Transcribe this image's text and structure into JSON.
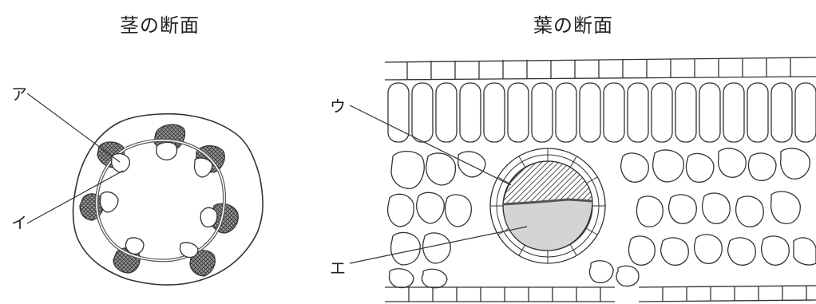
{
  "stem": {
    "title": "茎の断面",
    "label_a": "ア",
    "label_i": "イ"
  },
  "leaf": {
    "title": "葉の断面",
    "label_u": "ウ",
    "label_e": "エ"
  }
}
